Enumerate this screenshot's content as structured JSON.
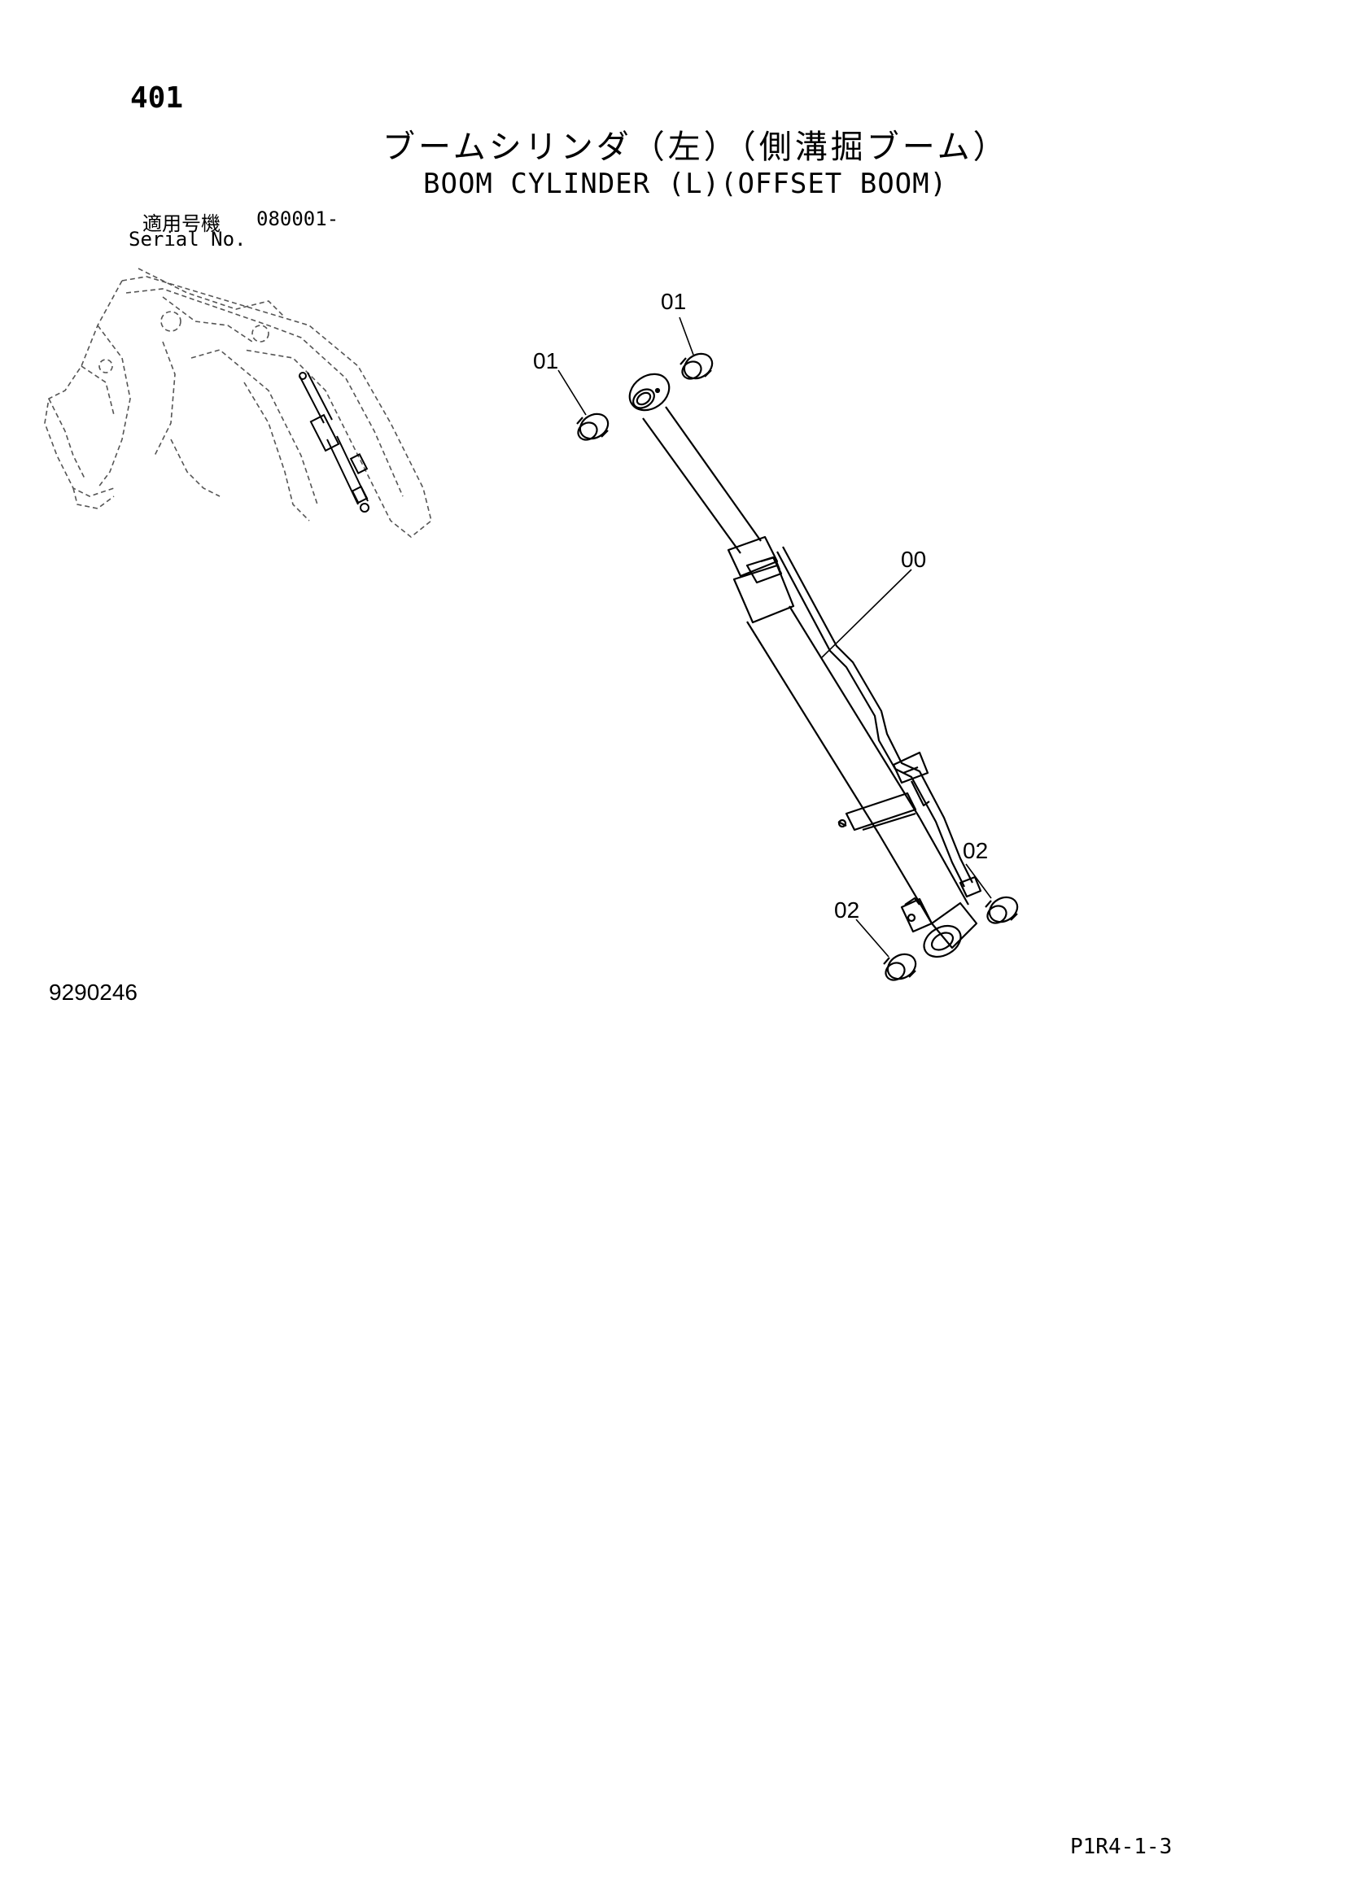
{
  "header": {
    "page_number": "401",
    "title_jp": "ブームシリンダ（左）（側溝掘ブーム）",
    "title_en": "BOOM CYLINDER (L)(OFFSET BOOM)",
    "serial_label_jp": "適用号機",
    "serial_value": "080001-",
    "serial_label_en": "Serial No."
  },
  "callouts": {
    "c01_top": "01",
    "c01_left": "01",
    "c00": "00",
    "c02_right": "02",
    "c02_left": "02"
  },
  "footer": {
    "drawing_number": "9290246",
    "page_code": "P1R4-1-3"
  }
}
